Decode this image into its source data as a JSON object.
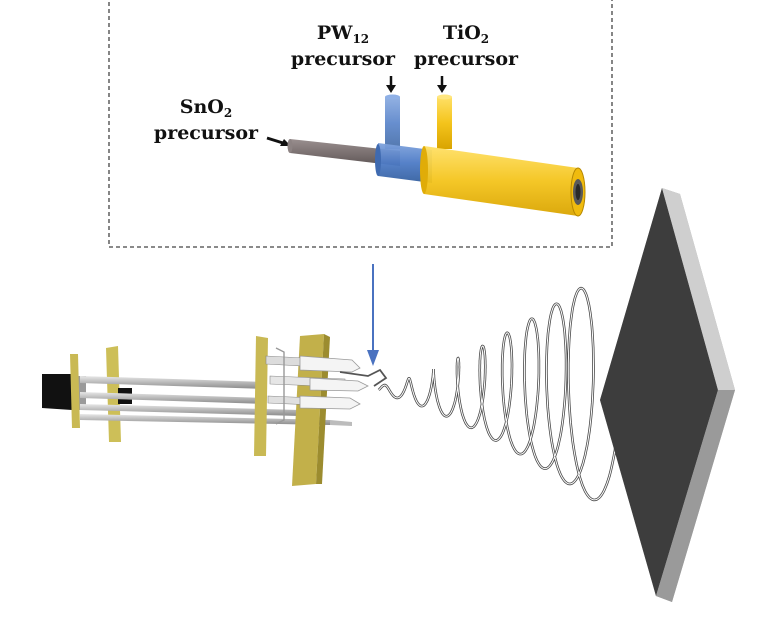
{
  "labels": {
    "pw12": {
      "formula": "PW",
      "sub": "12",
      "word": "precursor"
    },
    "tio2": {
      "formula": "TiO",
      "sub": "2",
      "word": "precursor"
    },
    "sno2": {
      "formula": "SnO",
      "sub": "2",
      "word": "precursor"
    }
  },
  "colors": {
    "sno2_tube": "#7a7070",
    "pw12_tube": "#4a78c4",
    "tio2_tube": "#f2c61f",
    "inset_border": "#444444",
    "callout_arrow": "#4a72c0",
    "collector": "#3a3a3a",
    "plate": "#c9b954"
  },
  "icons": [
    "pointer-arrow-icon",
    "coaxial-nozzle-icon",
    "spiral-jet-icon",
    "collector-plate-icon"
  ]
}
